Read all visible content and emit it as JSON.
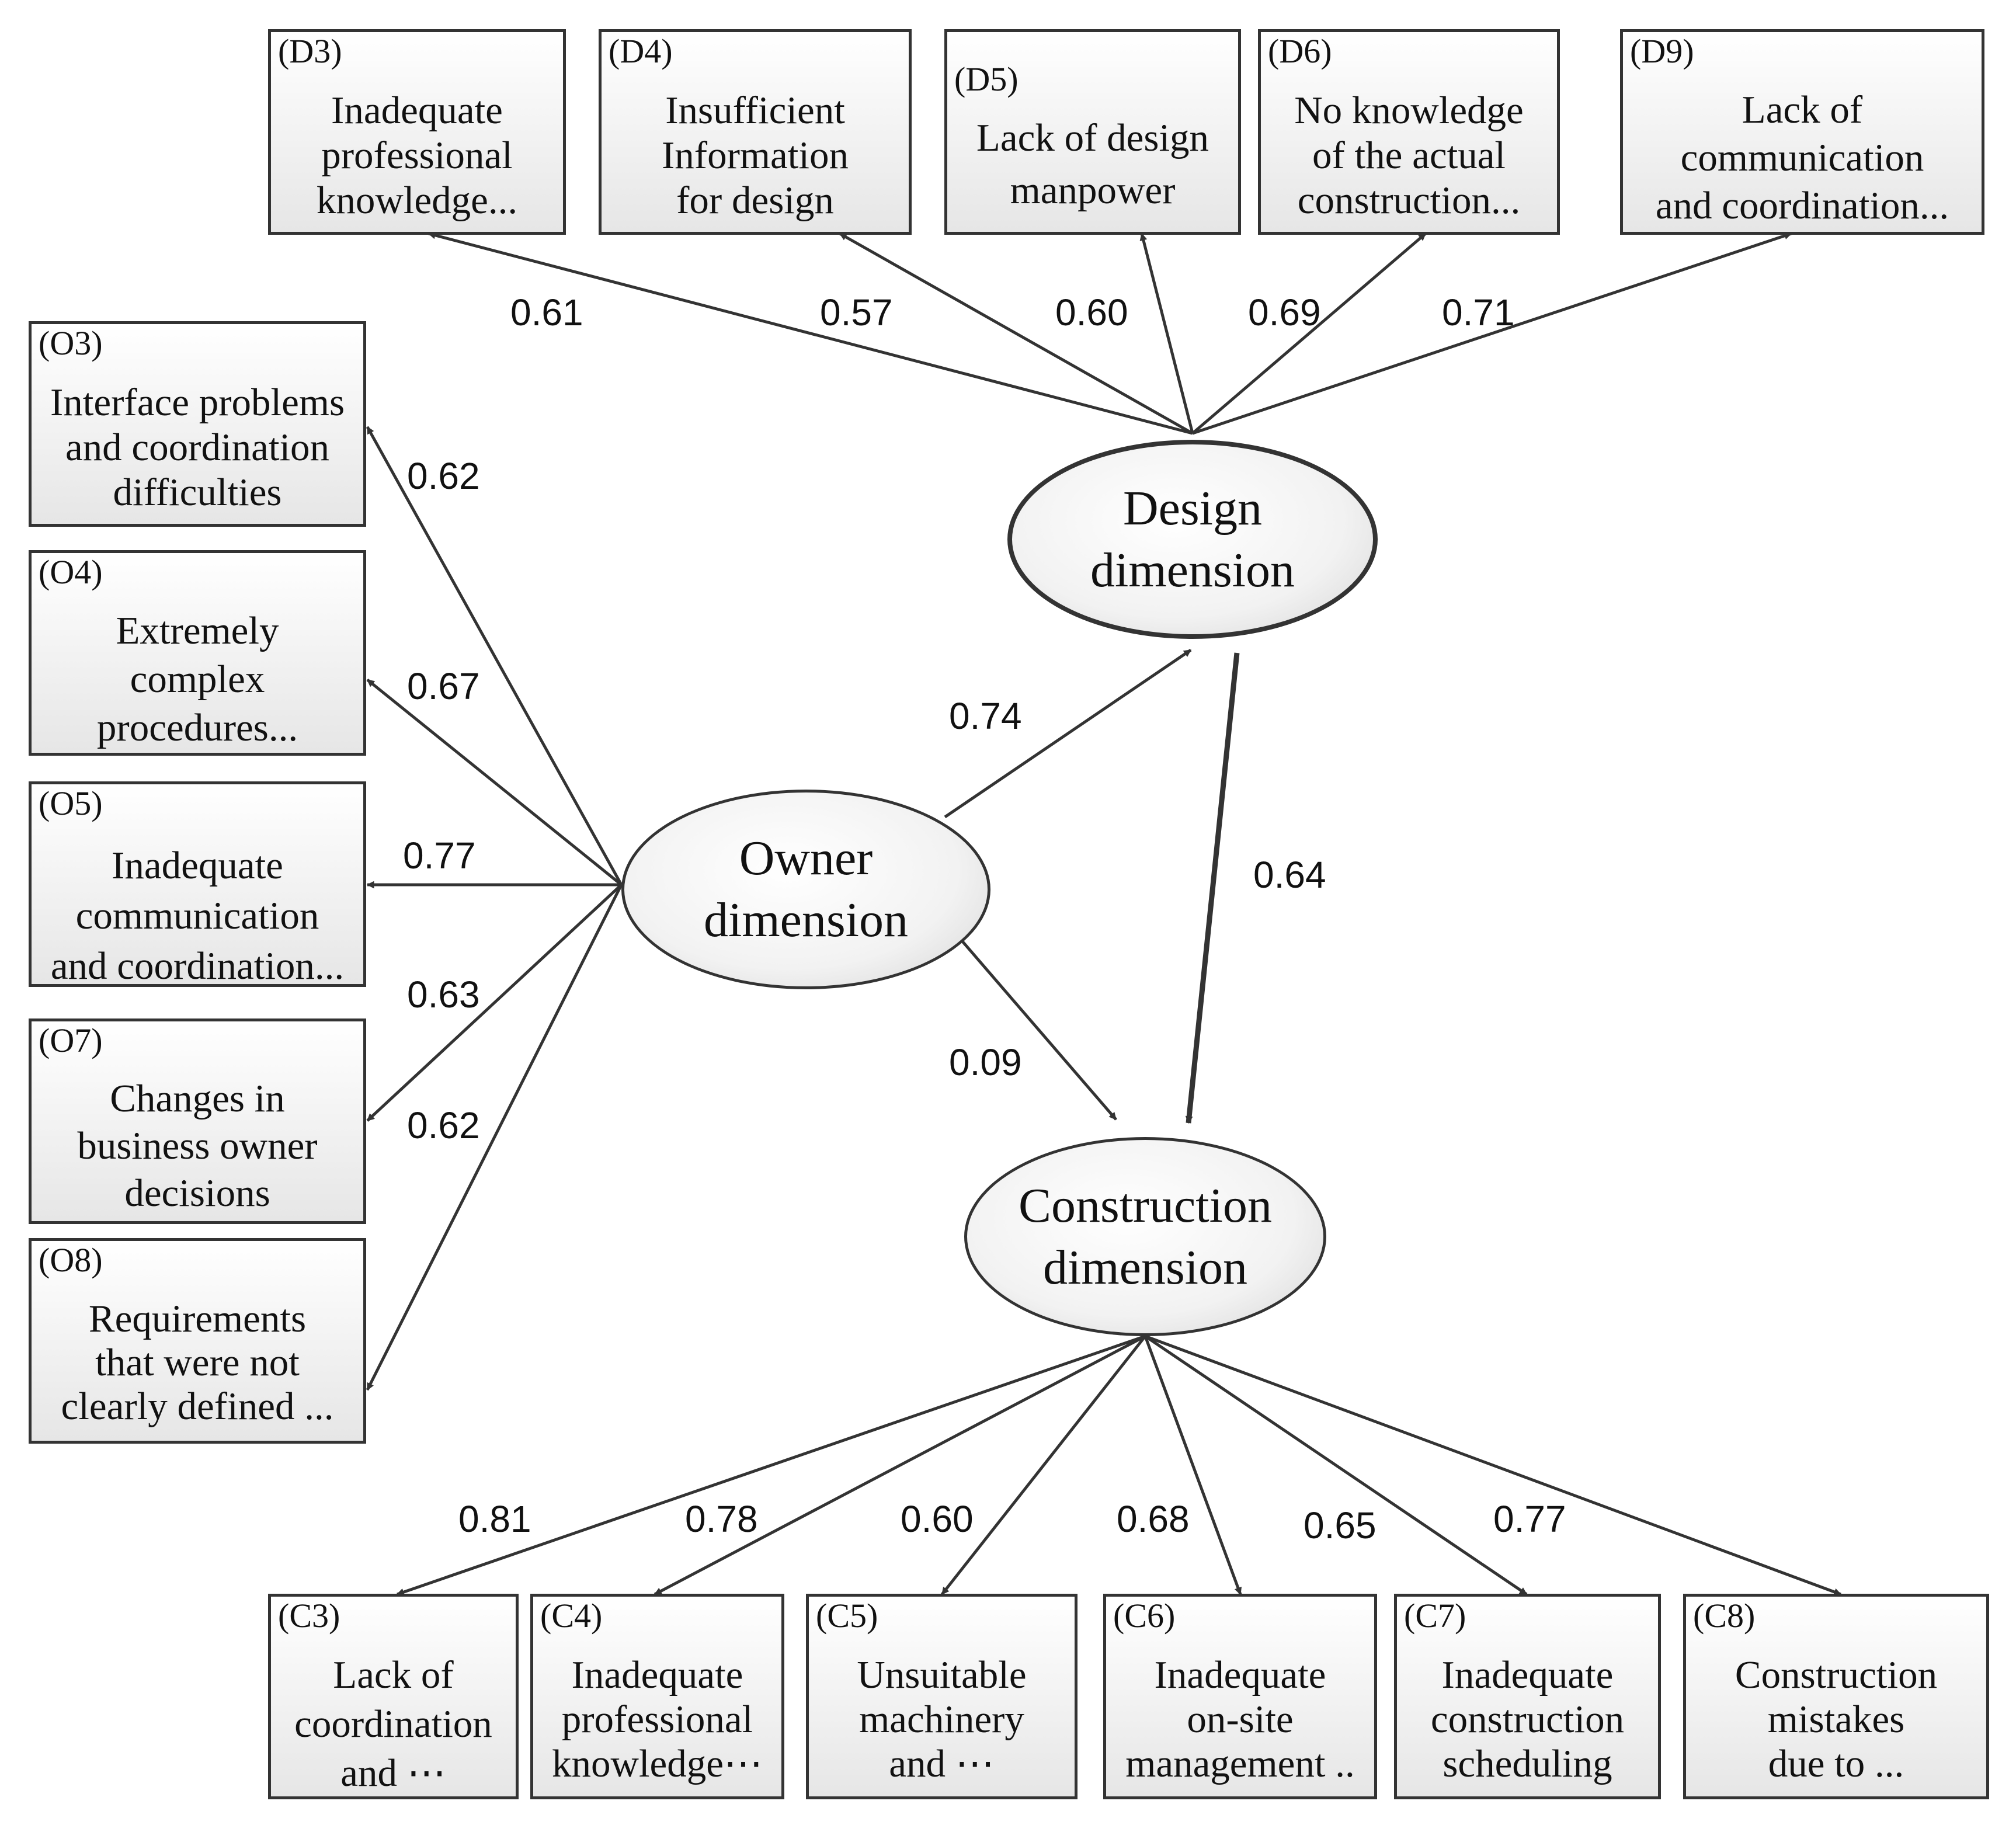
{
  "colors": {
    "line": "#333333",
    "box_border": "#333333",
    "box_fill_top": "#ffffff",
    "box_fill_bottom": "#e6e6e6",
    "text": "#111111"
  },
  "latents": {
    "design": {
      "label": "Design\ndimension"
    },
    "owner": {
      "label": "Owner\ndimension"
    },
    "construction": {
      "label": "Construction\ndimension"
    }
  },
  "boxes": {
    "d3": {
      "code": "(D3)",
      "label": "Inadequate\nprofessional\nknowledge..."
    },
    "d4": {
      "code": "(D4)",
      "label": "Insufficient\nInformation\nfor design"
    },
    "d5": {
      "code": "(D5)",
      "label": "Lack of design\nmanpower"
    },
    "d6": {
      "code": "(D6)",
      "label": "No knowledge\nof the actual\nconstruction..."
    },
    "d9": {
      "code": "(D9)",
      "label": "Lack of\ncommunication\nand coordination..."
    },
    "o3": {
      "code": "(O3)",
      "label": "Interface problems\nand coordination\ndifficulties"
    },
    "o4": {
      "code": "(O4)",
      "label": "Extremely\ncomplex\nprocedures..."
    },
    "o5": {
      "code": "(O5)",
      "label": "Inadequate\ncommunication\nand coordination..."
    },
    "o7": {
      "code": "(O7)",
      "label": "Changes in\nbusiness owner\ndecisions"
    },
    "o8": {
      "code": "(O8)",
      "label": "Requirements\nthat were not\nclearly defined ..."
    },
    "c3": {
      "code": "(C3)",
      "label": "Lack of\ncoordination\nand ⋯"
    },
    "c4": {
      "code": "(C4)",
      "label": "Inadequate\nprofessional\nknowledge⋯"
    },
    "c5": {
      "code": "(C5)",
      "label": "Unsuitable\nmachinery\nand    ⋯"
    },
    "c6": {
      "code": "(C6)",
      "label": "Inadequate\non-site\nmanagement .."
    },
    "c7": {
      "code": "(C7)",
      "label": "Inadequate\nconstruction\nscheduling"
    },
    "c8": {
      "code": "(C8)",
      "label": "Construction\nmistakes\ndue to ..."
    }
  },
  "coefficients": {
    "d3": "0.61",
    "d4": "0.57",
    "d5": "0.60",
    "d6": "0.69",
    "d9": "0.71",
    "o3": "0.62",
    "o4": "0.67",
    "o5": "0.77",
    "o7": "0.63",
    "o8": "0.62",
    "owner_design": "0.74",
    "owner_construction": "0.09",
    "design_construction": "0.64",
    "c3": "0.81",
    "c4": "0.78",
    "c5": "0.60",
    "c6": "0.68",
    "c7": "0.65",
    "c8": "0.77"
  }
}
